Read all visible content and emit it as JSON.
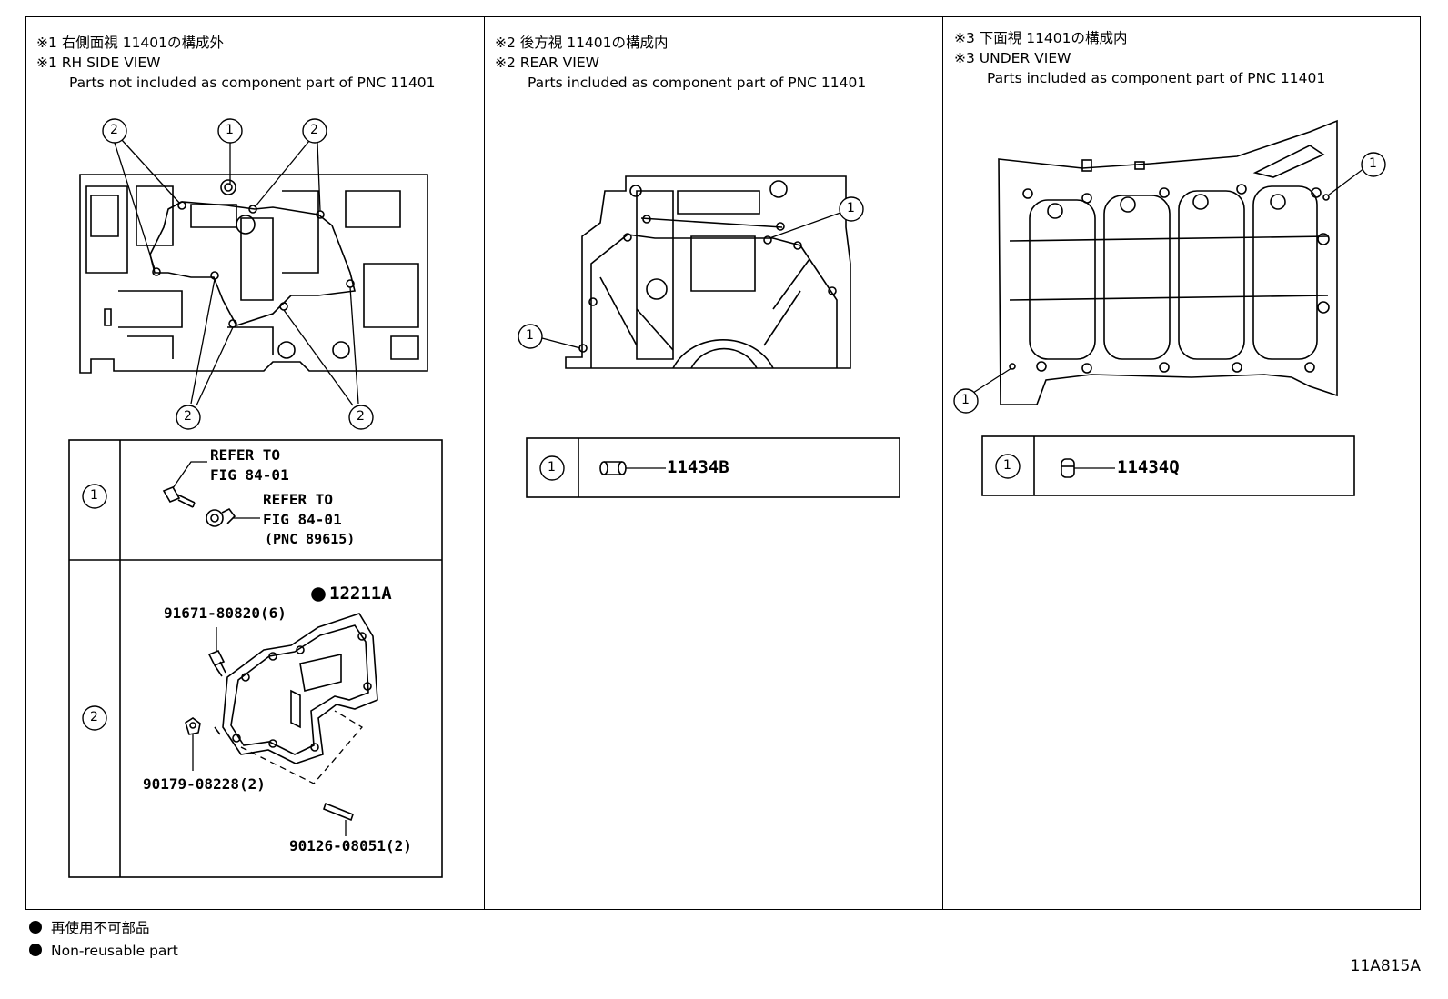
{
  "panels": [
    {
      "line1": "※1 右側面視 11401の構成外",
      "line2": "※1 RH SIDE VIEW",
      "line3": "Parts not included as component part of PNC 11401"
    },
    {
      "line1": "※2 後方視 11401の構成内",
      "line2": "※2 REAR VIEW",
      "line3": "Parts included as component part of PNC 11401"
    },
    {
      "line1": "※3 下面視 11401の構成内",
      "line2": "※3 UNDER VIEW",
      "line3": "Parts included as component part of PNC 11401"
    }
  ],
  "callouts": {
    "one": "1",
    "two": "2"
  },
  "table1": {
    "row1": {
      "refer1a": "REFER TO",
      "refer1b": "FIG 84-01",
      "refer2a": "REFER TO",
      "refer2b": "FIG 84-01",
      "refer2c": "(PNC 89615)"
    },
    "row2": {
      "part_main": "12211A",
      "bolt": "91671-80820(6)",
      "nut": "90179-08228(2)",
      "stud": "90126-08051(2)"
    }
  },
  "table2": {
    "part": "11434B"
  },
  "table3": {
    "part": "11434Q"
  },
  "legend": {
    "jp": "再使用不可部品",
    "en": "Non-reusable part"
  },
  "figure_code": "11A815A"
}
